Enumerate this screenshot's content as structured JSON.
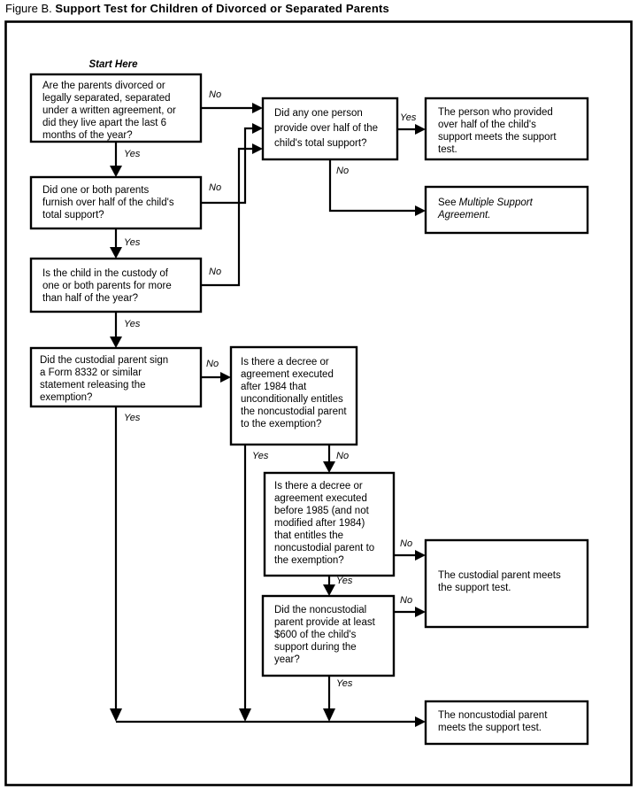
{
  "figure": {
    "caption_label": "Figure B.",
    "caption_title": "Support Test for Children of Divorced or Separated Parents",
    "start_label": "Start Here"
  },
  "chart_data": {
    "type": "diagram",
    "title": "Support Test for Children of Divorced or Separated Parents",
    "subtype": "decision-flowchart",
    "orientation": "top-down",
    "nodes": [
      {
        "id": "q1",
        "kind": "decision",
        "text": "Are the parents divorced or legally separated, separated under a written agreement, or did they live apart the last 6 months of the year?",
        "lines": [
          "Are the parents divorced or",
          "legally separated, separated",
          "under a written agreement, or",
          "did they live apart the last 6",
          "months of the year?"
        ]
      },
      {
        "id": "q2",
        "kind": "decision",
        "text": "Did one or both parents furnish over half of the child's total support?",
        "lines": [
          "Did one or both parents",
          "furnish over half of the child's",
          "total support?"
        ]
      },
      {
        "id": "q3",
        "kind": "decision",
        "text": "Is the child in the custody of one or both parents for more than half of the year?",
        "lines": [
          "Is the child in the custody of",
          "one or both parents for more",
          "than half of the year?"
        ]
      },
      {
        "id": "q4",
        "kind": "decision",
        "text": "Did the custodial parent sign a Form 8332 or similar statement releasing the exemption?",
        "lines": [
          "Did the custodial parent sign",
          "a Form 8332 or similar",
          "statement releasing the",
          "exemption?"
        ]
      },
      {
        "id": "q5",
        "kind": "decision",
        "text": "Did any one person provide over half of the child's total support?",
        "lines": [
          "Did any one person",
          "provide over half of the",
          "child's total support?"
        ]
      },
      {
        "id": "q6",
        "kind": "decision",
        "text": "Is there a decree or agreement executed after 1984 that unconditionally entitles the noncustodial parent to the exemption?",
        "lines": [
          "Is there a decree or",
          "agreement executed",
          "after 1984 that",
          "unconditionally entitles",
          "the noncustodial parent",
          "to the exemption?"
        ]
      },
      {
        "id": "q7",
        "kind": "decision",
        "text": "Is there a decree or agreement executed before 1985 (and not modified after 1984) that entitles the noncustodial parent to the exemption?",
        "lines": [
          "Is there a decree or",
          "agreement executed",
          "before 1985 (and not",
          "modified after 1984)",
          "that entitles the",
          "noncustodial parent to",
          "the exemption?"
        ]
      },
      {
        "id": "q8",
        "kind": "decision",
        "text": "Did the noncustodial parent provide at least $600 of the child's support during the year?",
        "lines": [
          "Did the noncustodial",
          "parent provide at least",
          "$600 of the child's",
          "support during the",
          "year?"
        ]
      },
      {
        "id": "r1",
        "kind": "result",
        "text": "The person who provided over half of the child's support meets the support test.",
        "lines": [
          "The person who provided",
          "over half of the child's",
          "support meets the support",
          "test."
        ]
      },
      {
        "id": "r2",
        "kind": "result",
        "text": "See Multiple Support Agreement.",
        "lines": [
          "See Multiple Support",
          "Agreement."
        ],
        "italic_lines": [
          true,
          true
        ],
        "lead_plain": "See "
      },
      {
        "id": "r3",
        "kind": "result",
        "text": "The custodial parent meets the support test.",
        "lines": [
          "The custodial parent meets",
          "the support test."
        ]
      },
      {
        "id": "r4",
        "kind": "result",
        "text": "The noncustodial parent meets the support test.",
        "lines": [
          "The noncustodial parent",
          "meets the support test."
        ]
      }
    ],
    "edges": [
      {
        "from": "q1",
        "to": "q5",
        "label": "No"
      },
      {
        "from": "q1",
        "to": "q2",
        "label": "Yes"
      },
      {
        "from": "q2",
        "to": "q5",
        "label": "No"
      },
      {
        "from": "q2",
        "to": "q3",
        "label": "Yes"
      },
      {
        "from": "q3",
        "to": "q5",
        "label": "No"
      },
      {
        "from": "q3",
        "to": "q4",
        "label": "Yes"
      },
      {
        "from": "q4",
        "to": "q6",
        "label": "No"
      },
      {
        "from": "q4",
        "to": "r4",
        "label": "Yes"
      },
      {
        "from": "q5",
        "to": "r1",
        "label": "Yes"
      },
      {
        "from": "q5",
        "to": "r2",
        "label": "No"
      },
      {
        "from": "q6",
        "to": "r4",
        "label": "Yes"
      },
      {
        "from": "q6",
        "to": "q7",
        "label": "No"
      },
      {
        "from": "q7",
        "to": "r3",
        "label": "No"
      },
      {
        "from": "q7",
        "to": "q8",
        "label": "Yes"
      },
      {
        "from": "q8",
        "to": "r3",
        "label": "No"
      },
      {
        "from": "q8",
        "to": "r4",
        "label": "Yes"
      }
    ],
    "edge_label_yes": "Yes",
    "edge_label_no": "No"
  },
  "labels": {
    "yes": "Yes",
    "no": "No"
  }
}
